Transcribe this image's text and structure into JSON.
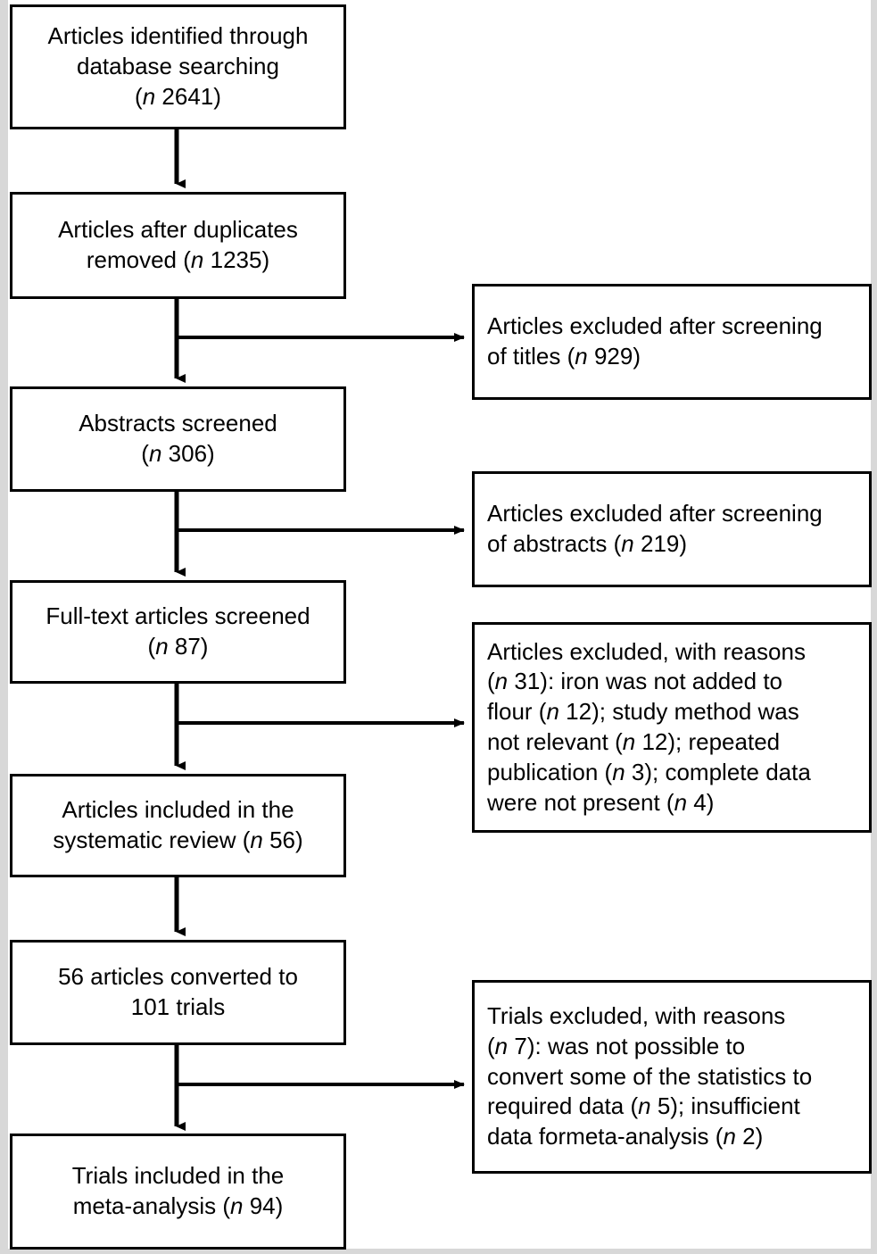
{
  "diagram": {
    "type": "prisma-flow-diagram",
    "title": "PRISMA study selection flow diagram",
    "background_color": "#ffffff",
    "line_color": "#000000",
    "box_border_color": "#000000",
    "margin_strip_color": "#d8d8d8"
  },
  "flow_nodes": [
    {
      "id": "identified",
      "label": "Articles identified through\ndatabase searching\n(n 2641)",
      "n_label": "n",
      "count": 2641,
      "align": "center",
      "column": "main"
    },
    {
      "id": "duplicates_removed",
      "label": "Articles after duplicates\nremoved (n 1235)",
      "n_label": "n",
      "count": 1235,
      "align": "center",
      "column": "main"
    },
    {
      "id": "abstracts_screened",
      "label": "Abstracts screened\n(n 306)",
      "n_label": "n",
      "count": 306,
      "align": "center",
      "column": "main"
    },
    {
      "id": "fulltext_screened",
      "label": "Full-text articles screened\n(n 87)",
      "n_label": "n",
      "count": 87,
      "align": "center",
      "column": "main"
    },
    {
      "id": "included_systematic_review",
      "label": "Articles included in the\nsystematic review (n 56)",
      "n_label": "n",
      "count": 56,
      "align": "center",
      "column": "main"
    },
    {
      "id": "converted_to_trials",
      "label": "56 articles converted to\n101 trials",
      "count": 101,
      "align": "center",
      "column": "main"
    },
    {
      "id": "included_meta_analysis",
      "label": "Trials included in the\nmeta-analysis (n 94)",
      "n_label": "n",
      "count": 94,
      "align": "center",
      "column": "main"
    }
  ],
  "exclusion_nodes": [
    {
      "id": "excluded_titles",
      "label": "Articles excluded after screening\nof titles (n 929)",
      "n_label": "n",
      "count": 929,
      "align": "left",
      "column": "side"
    },
    {
      "id": "excluded_abstracts",
      "label": "Articles excluded after screening\nof abstracts (n 219)",
      "n_label": "n",
      "count": 219,
      "align": "left",
      "column": "side"
    },
    {
      "id": "excluded_fulltext_reasons",
      "label": "Articles excluded, with reasons\n(n 31): iron was not added to\nflour (n 12); study method was\nnot relevant (n 12); repeated\npublication (n 3); complete data\nwere not present (n 4)",
      "n_label": "n",
      "count": 31,
      "reasons": [
        {
          "reason": "iron was not added to flour",
          "count": 12
        },
        {
          "reason": "study method was not relevant",
          "count": 12
        },
        {
          "reason": "repeated publication",
          "count": 3
        },
        {
          "reason": "complete data were not present",
          "count": 4
        }
      ],
      "align": "left",
      "column": "side"
    },
    {
      "id": "excluded_trials_reasons",
      "label": "Trials excluded, with reasons\n(n 7): was not possible to\nconvert some of the statistics to\nrequired data (n 5); insufficient\ndata formeta-analysis (n 2)",
      "n_label": "n",
      "count": 7,
      "reasons": [
        {
          "reason": "was not possible to convert some of the statistics to required data",
          "count": 5
        },
        {
          "reason": "insufficient data formeta-analysis",
          "count": 2
        }
      ],
      "align": "left",
      "column": "side"
    }
  ],
  "connectors": [
    {
      "id": "identified-to-duplicates",
      "from": "identified",
      "to": "duplicates_removed",
      "kind": "down-arrow"
    },
    {
      "id": "duplicates-to-abstracts",
      "from": "duplicates_removed",
      "to": "abstracts_screened",
      "kind": "down-arrow-with-branch"
    },
    {
      "id": "duplicates-to-excluded-titles",
      "from": "duplicates_removed",
      "to": "excluded_titles",
      "kind": "right-arrow"
    },
    {
      "id": "abstracts-to-fulltext",
      "from": "abstracts_screened",
      "to": "fulltext_screened",
      "kind": "down-arrow-with-branch"
    },
    {
      "id": "abstracts-to-excluded-abstracts",
      "from": "abstracts_screened",
      "to": "excluded_abstracts",
      "kind": "right-arrow"
    },
    {
      "id": "fulltext-to-included",
      "from": "fulltext_screened",
      "to": "included_systematic_review",
      "kind": "down-arrow-with-branch"
    },
    {
      "id": "fulltext-to-excluded-reasons",
      "from": "fulltext_screened",
      "to": "excluded_fulltext_reasons",
      "kind": "right-arrow"
    },
    {
      "id": "included-to-converted",
      "from": "included_systematic_review",
      "to": "converted_to_trials",
      "kind": "down-arrow"
    },
    {
      "id": "converted-to-meta",
      "from": "converted_to_trials",
      "to": "included_meta_analysis",
      "kind": "down-arrow-with-branch"
    },
    {
      "id": "converted-to-excluded-trials",
      "from": "converted_to_trials",
      "to": "excluded_trials_reasons",
      "kind": "right-arrow"
    }
  ]
}
